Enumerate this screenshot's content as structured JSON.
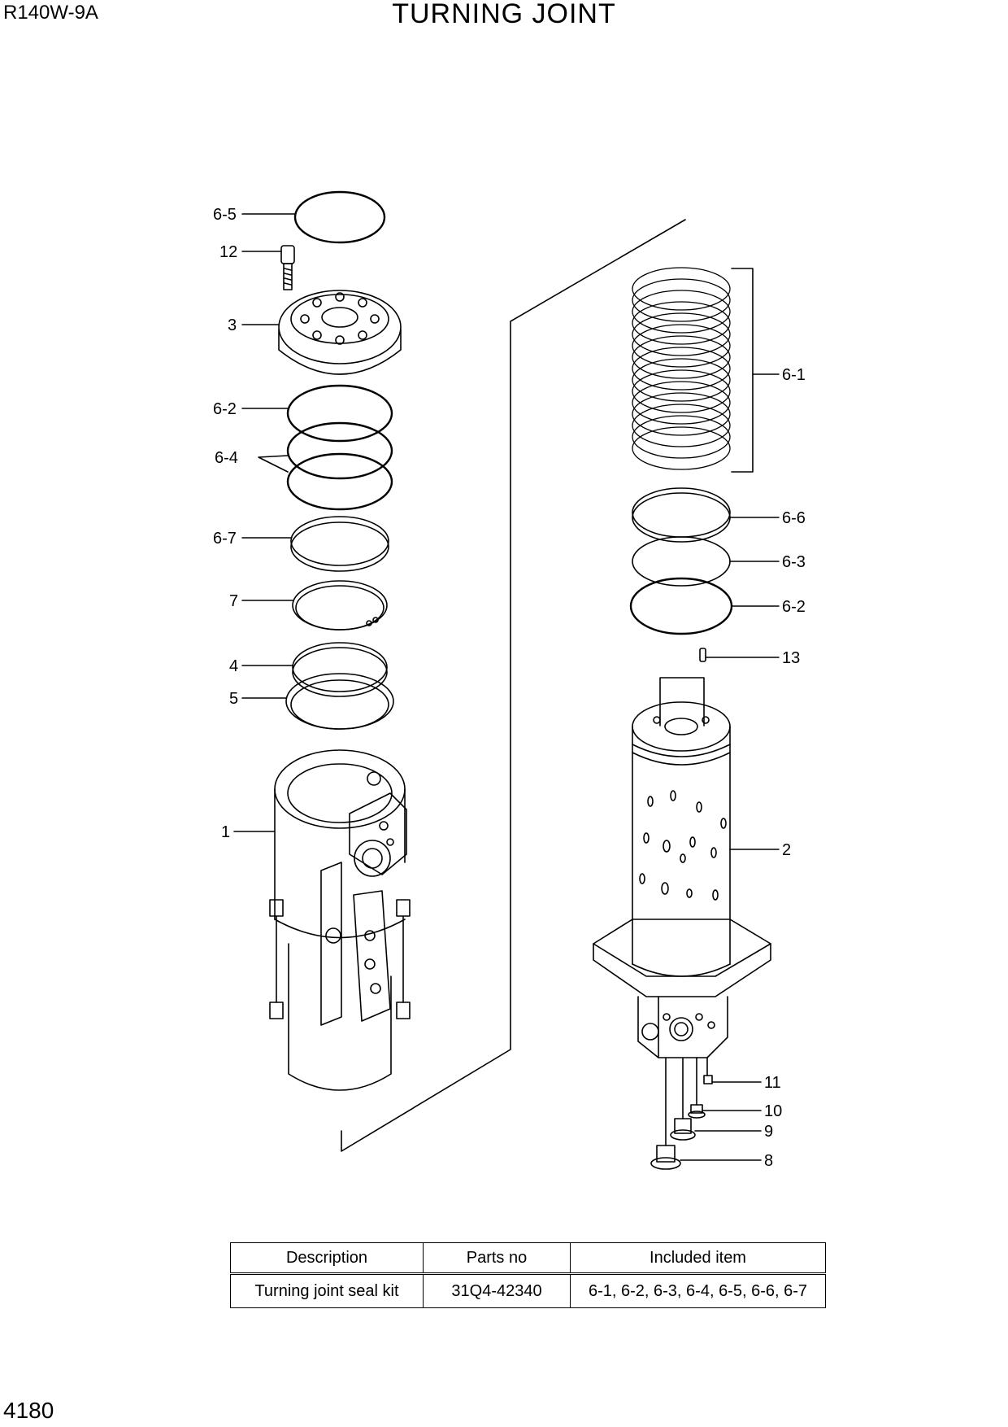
{
  "header": {
    "model": "R140W-9A",
    "title": "TURNING JOINT"
  },
  "page_number": "4180",
  "callouts": {
    "c65a": "6-5",
    "c12": "12",
    "c3": "3",
    "c62a": "6-2",
    "c64": "6-4",
    "c67": "6-7",
    "c7": "7",
    "c4": "4",
    "c5": "5",
    "c1": "1",
    "c61": "6-1",
    "c66": "6-6",
    "c63": "6-3",
    "c62b": "6-2",
    "c13": "13",
    "c2": "2",
    "c11": "11",
    "c10": "10",
    "c9": "9",
    "c8": "8"
  },
  "table": {
    "headers": [
      "Description",
      "Parts no",
      "Included item"
    ],
    "rows": [
      [
        "Turning joint seal kit",
        "31Q4-42340",
        "6-1, 6-2, 6-3, 6-4, 6-5, 6-6, 6-7"
      ]
    ]
  }
}
